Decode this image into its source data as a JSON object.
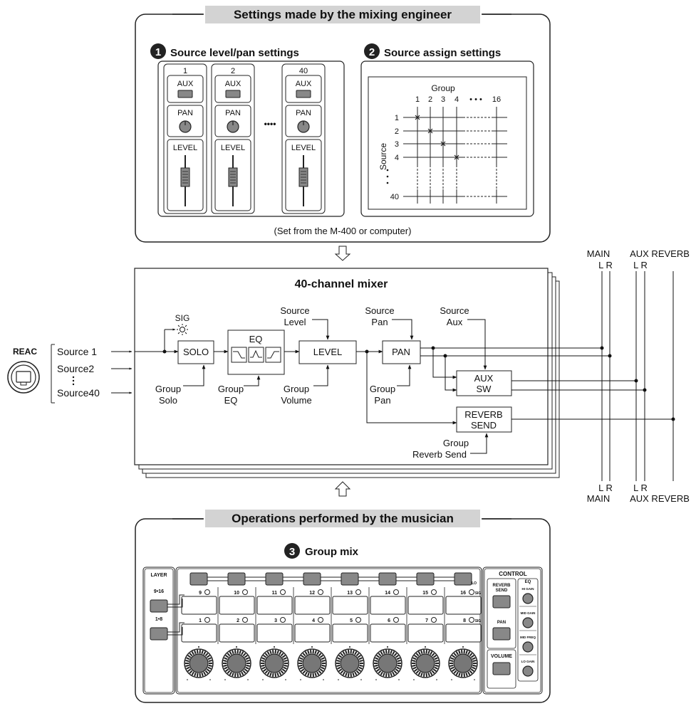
{
  "top_panel": {
    "title": "Settings made by the mixing engineer",
    "note": "(Set from the M-400 or computer)",
    "section1": {
      "number": "1",
      "title": "Source level/pan settings",
      "channels": [
        "1",
        "2",
        "40"
      ],
      "aux_label": "AUX",
      "pan_label": "PAN",
      "level_label": "LEVEL",
      "ellipsis": "••••"
    },
    "section2": {
      "number": "2",
      "title": "Source assign settings",
      "group_label": "Group",
      "group_cols": [
        "1",
        "2",
        "3",
        "4",
        "• • •",
        "16"
      ],
      "source_label": "Source",
      "source_rows": [
        "1",
        "2",
        "3",
        "4",
        "40"
      ]
    }
  },
  "mixer": {
    "title": "40-channel mixer",
    "reac_label": "REAC",
    "sources": [
      "Source 1",
      "Source2",
      "Source40"
    ],
    "sig_label": "SIG",
    "blocks": {
      "solo": "SOLO",
      "eq": "EQ",
      "level": "LEVEL",
      "pan": "PAN",
      "aux_sw_1": "AUX",
      "aux_sw_2": "SW",
      "reverb_send_1": "REVERB",
      "reverb_send_2": "SEND"
    },
    "controls": {
      "source_level_1": "Source",
      "source_level_2": "Level",
      "source_pan_1": "Source",
      "source_pan_2": "Pan",
      "source_aux_1": "Source",
      "source_aux_2": "Aux",
      "group_solo_1": "Group",
      "group_solo_2": "Solo",
      "group_eq_1": "Group",
      "group_eq_2": "EQ",
      "group_volume_1": "Group",
      "group_volume_2": "Volume",
      "group_pan_1": "Group",
      "group_pan_2": "Pan",
      "group_reverb_1": "Group",
      "group_reverb_2": "Reverb Send"
    },
    "bus_top_1": "MAIN",
    "bus_top_lr1": "L R",
    "bus_top_2": "AUX REVERB",
    "bus_top_lr2": "L R",
    "bus_bottom_lr1": "L R",
    "bus_bottom_1": "MAIN",
    "bus_bottom_lr2": "L R",
    "bus_bottom_2": "AUX REVERB"
  },
  "bottom_panel": {
    "title": "Operations performed by the musician",
    "section3_number": "3",
    "section3_title": "Group mix",
    "layer_label": "LAYER",
    "layer_upper": "9•16",
    "layer_lower": "1•8",
    "solo_label": "SOLO",
    "upper_channels": [
      "9",
      "10",
      "11",
      "12",
      "13",
      "14",
      "15",
      "16"
    ],
    "lower_channels": [
      "1",
      "2",
      "3",
      "4",
      "5",
      "6",
      "7",
      "8"
    ],
    "sig_label": "SIG",
    "control_label": "CONTROL",
    "reverb_send_1": "REVERB",
    "reverb_send_2": "SEND",
    "pan_label": "PAN",
    "volume_label": "VOLUME",
    "eq_label": "EQ",
    "eq_knobs": [
      "HI GAIN",
      "MID GAIN",
      "MID FREQ",
      "LO GAIN"
    ]
  }
}
